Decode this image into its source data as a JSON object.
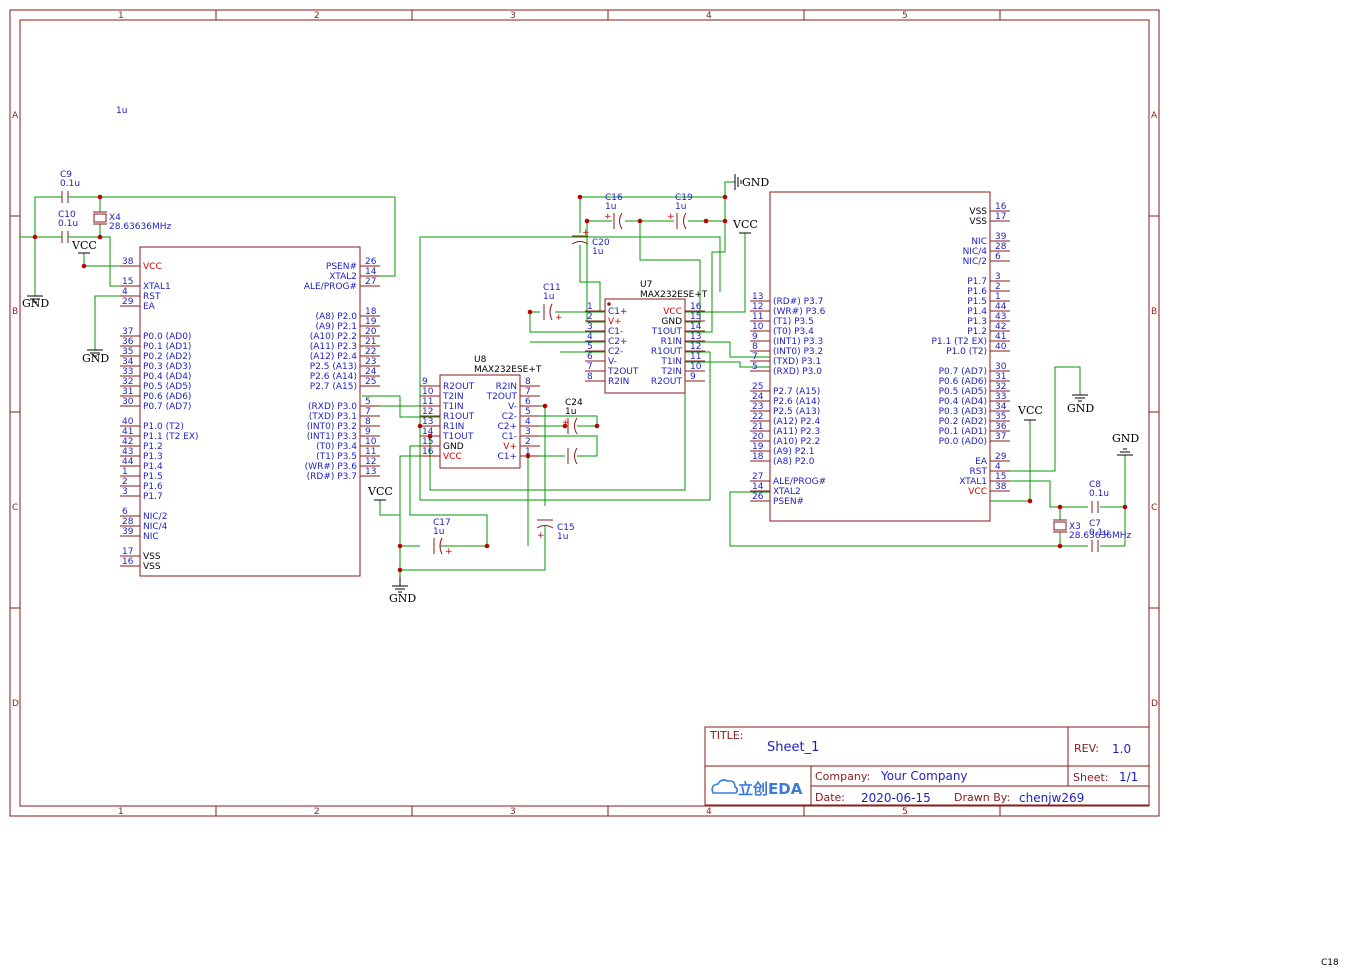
{
  "frame": {
    "columns": [
      "1",
      "2",
      "3",
      "4",
      "5"
    ],
    "rows": [
      "A",
      "B",
      "C",
      "D"
    ]
  },
  "title_block": {
    "title_label": "TITLE:",
    "title": "Sheet_1",
    "rev_label": "REV:",
    "rev": "1.0",
    "logo_text": "立创EDA",
    "company_label": "Company:",
    "company": "Your Company",
    "sheet_label": "Sheet:",
    "sheet": "1/1",
    "date_label": "Date:",
    "date": "2020-06-15",
    "drawn_label": "Drawn By:",
    "drawn_by": "chenjw269"
  },
  "stray_text": {
    "top_1u": "1u",
    "corner_c18": "C18"
  },
  "power": {
    "vcc": "VCC",
    "gnd": "GND"
  },
  "mcu_left": {
    "left_pins": [
      {
        "num": "38",
        "name": "VCC",
        "red": true
      },
      {
        "num": "15",
        "name": "XTAL1"
      },
      {
        "num": "4",
        "name": "RST"
      },
      {
        "num": "29",
        "name": "EA"
      },
      {
        "num": "37",
        "name": "P0.0 (AD0)"
      },
      {
        "num": "36",
        "name": "P0.1 (AD1)"
      },
      {
        "num": "35",
        "name": "P0.2 (AD2)"
      },
      {
        "num": "34",
        "name": "P0.3 (AD3)"
      },
      {
        "num": "33",
        "name": "P0.4 (AD4)"
      },
      {
        "num": "32",
        "name": "P0.5 (AD5)"
      },
      {
        "num": "31",
        "name": "P0.6 (AD6)"
      },
      {
        "num": "30",
        "name": "P0.7 (AD7)"
      },
      {
        "num": "40",
        "name": "P1.0 (T2)"
      },
      {
        "num": "41",
        "name": "P1.1 (T2 EX)"
      },
      {
        "num": "42",
        "name": "P1.2"
      },
      {
        "num": "43",
        "name": "P1.3"
      },
      {
        "num": "44",
        "name": "P1.4"
      },
      {
        "num": "1",
        "name": "P1.5"
      },
      {
        "num": "2",
        "name": "P1.6"
      },
      {
        "num": "3",
        "name": "P1.7"
      },
      {
        "num": "6",
        "name": "NIC/2"
      },
      {
        "num": "28",
        "name": "NIC/4"
      },
      {
        "num": "39",
        "name": "NIC"
      },
      {
        "num": "17",
        "name": "VSS",
        "black": true
      },
      {
        "num": "16",
        "name": "VSS",
        "black": true
      }
    ],
    "right_pins": [
      {
        "num": "26",
        "name": "PSEN#"
      },
      {
        "num": "14",
        "name": "XTAL2"
      },
      {
        "num": "27",
        "name": "ALE/PROG#"
      },
      {
        "num": "18",
        "name": "(A8) P2.0"
      },
      {
        "num": "19",
        "name": "(A9) P2.1"
      },
      {
        "num": "20",
        "name": "(A10) P2.2"
      },
      {
        "num": "21",
        "name": "(A11) P2.3"
      },
      {
        "num": "22",
        "name": "(A12) P2.4"
      },
      {
        "num": "23",
        "name": "P2.5 (A13)"
      },
      {
        "num": "24",
        "name": "P2.6 (A14)"
      },
      {
        "num": "25",
        "name": "P2.7 (A15)"
      },
      {
        "num": "5",
        "name": "(RXD) P3.0"
      },
      {
        "num": "7",
        "name": "(TXD) P3.1"
      },
      {
        "num": "8",
        "name": "(INT0) P3.2"
      },
      {
        "num": "9",
        "name": "(INT1) P3.3"
      },
      {
        "num": "10",
        "name": "(T0) P3.4"
      },
      {
        "num": "11",
        "name": "(T1) P3.5"
      },
      {
        "num": "12",
        "name": "(WR#) P3.6"
      },
      {
        "num": "13",
        "name": "(RD#) P3.7"
      }
    ]
  },
  "mcu_right": {
    "left_pins": [
      {
        "num": "13",
        "name": "(RD#) P3.7"
      },
      {
        "num": "12",
        "name": "(WR#) P3.6"
      },
      {
        "num": "11",
        "name": "(T1) P3.5"
      },
      {
        "num": "10",
        "name": "(T0) P3.4"
      },
      {
        "num": "9",
        "name": "(INT1) P3.3"
      },
      {
        "num": "8",
        "name": "(INT0) P3.2"
      },
      {
        "num": "7",
        "name": "(TXD) P3.1"
      },
      {
        "num": "5",
        "name": "(RXD) P3.0"
      },
      {
        "num": "25",
        "name": "P2.7 (A15)"
      },
      {
        "num": "24",
        "name": "P2.6 (A14)"
      },
      {
        "num": "23",
        "name": "P2.5 (A13)"
      },
      {
        "num": "22",
        "name": "(A12) P2.4"
      },
      {
        "num": "21",
        "name": "(A11) P2.3"
      },
      {
        "num": "20",
        "name": "(A10) P2.2"
      },
      {
        "num": "19",
        "name": "(A9) P2.1"
      },
      {
        "num": "18",
        "name": "(A8) P2.0"
      },
      {
        "num": "27",
        "name": "ALE/PROG#"
      },
      {
        "num": "14",
        "name": "XTAL2"
      },
      {
        "num": "26",
        "name": "PSEN#"
      }
    ],
    "right_pins": [
      {
        "num": "16",
        "name": "VSS",
        "black": true
      },
      {
        "num": "17",
        "name": "VSS",
        "black": true
      },
      {
        "num": "39",
        "name": "NIC"
      },
      {
        "num": "28",
        "name": "NIC/4"
      },
      {
        "num": "6",
        "name": "NIC/2"
      },
      {
        "num": "3",
        "name": "P1.7"
      },
      {
        "num": "2",
        "name": "P1.6"
      },
      {
        "num": "1",
        "name": "P1.5"
      },
      {
        "num": "44",
        "name": "P1.4"
      },
      {
        "num": "43",
        "name": "P1.3"
      },
      {
        "num": "42",
        "name": "P1.2"
      },
      {
        "num": "41",
        "name": "P1.1 (T2 EX)"
      },
      {
        "num": "40",
        "name": "P1.0 (T2)"
      },
      {
        "num": "30",
        "name": "P0.7 (AD7)"
      },
      {
        "num": "31",
        "name": "P0.6 (AD6)"
      },
      {
        "num": "32",
        "name": "P0.5 (AD5)"
      },
      {
        "num": "33",
        "name": "P0.4 (AD4)"
      },
      {
        "num": "34",
        "name": "P0.3 (AD3)"
      },
      {
        "num": "35",
        "name": "P0.2 (AD2)"
      },
      {
        "num": "36",
        "name": "P0.1 (AD1)"
      },
      {
        "num": "37",
        "name": "P0.0 (AD0)"
      },
      {
        "num": "29",
        "name": "EA"
      },
      {
        "num": "4",
        "name": "RST"
      },
      {
        "num": "15",
        "name": "XTAL1"
      },
      {
        "num": "38",
        "name": "VCC",
        "red": true
      }
    ]
  },
  "u8": {
    "ref": "U8",
    "part": "MAX232ESE+T",
    "left_pins": [
      {
        "num": "9",
        "name": "R2OUT"
      },
      {
        "num": "10",
        "name": "T2IN"
      },
      {
        "num": "11",
        "name": "T1IN"
      },
      {
        "num": "12",
        "name": "R1OUT"
      },
      {
        "num": "13",
        "name": "R1IN"
      },
      {
        "num": "14",
        "name": "T1OUT"
      },
      {
        "num": "15",
        "name": "GND",
        "black": true
      },
      {
        "num": "16",
        "name": "VCC",
        "red": true
      }
    ],
    "right_pins": [
      {
        "num": "8",
        "name": "R2IN"
      },
      {
        "num": "7",
        "name": "T2OUT"
      },
      {
        "num": "6",
        "name": "V-"
      },
      {
        "num": "5",
        "name": "C2-"
      },
      {
        "num": "4",
        "name": "C2+"
      },
      {
        "num": "3",
        "name": "C1-"
      },
      {
        "num": "2",
        "name": "V+",
        "red": true
      },
      {
        "num": "1",
        "name": "C1+"
      }
    ]
  },
  "u7": {
    "ref": "U7",
    "part": "MAX232ESE+T",
    "left_pins": [
      {
        "num": "1",
        "name": "C1+"
      },
      {
        "num": "2",
        "name": "V+",
        "red": true
      },
      {
        "num": "3",
        "name": "C1-"
      },
      {
        "num": "4",
        "name": "C2+"
      },
      {
        "num": "5",
        "name": "C2-"
      },
      {
        "num": "6",
        "name": "V-"
      },
      {
        "num": "7",
        "name": "T2OUT"
      },
      {
        "num": "8",
        "name": "R2IN"
      }
    ],
    "right_pins": [
      {
        "num": "16",
        "name": "VCC",
        "red": true
      },
      {
        "num": "15",
        "name": "GND",
        "black": true
      },
      {
        "num": "14",
        "name": "T1OUT"
      },
      {
        "num": "13",
        "name": "R1IN"
      },
      {
        "num": "12",
        "name": "R1OUT"
      },
      {
        "num": "11",
        "name": "T1IN"
      },
      {
        "num": "10",
        "name": "T2IN"
      },
      {
        "num": "9",
        "name": "R2OUT"
      }
    ]
  },
  "components": {
    "c9": {
      "ref": "C9",
      "val": "0.1u"
    },
    "c10": {
      "ref": "C10",
      "val": "0.1u"
    },
    "x4": {
      "ref": "X4",
      "val": "28.63636MHz"
    },
    "c16": {
      "ref": "C16",
      "val": "1u"
    },
    "c19": {
      "ref": "C19",
      "val": "1u"
    },
    "c20": {
      "ref": "C20",
      "val": "1u"
    },
    "c11": {
      "ref": "C11",
      "val": "1u"
    },
    "c24": {
      "ref": "C24",
      "val": "1u"
    },
    "c17": {
      "ref": "C17",
      "val": "1u"
    },
    "c15": {
      "ref": "C15",
      "val": "1u"
    },
    "c8": {
      "ref": "C8",
      "val": "0.1u"
    },
    "c7": {
      "ref": "C7",
      "val": "0.1u"
    },
    "x3": {
      "ref": "X3",
      "val": "28.63636MHz"
    }
  }
}
